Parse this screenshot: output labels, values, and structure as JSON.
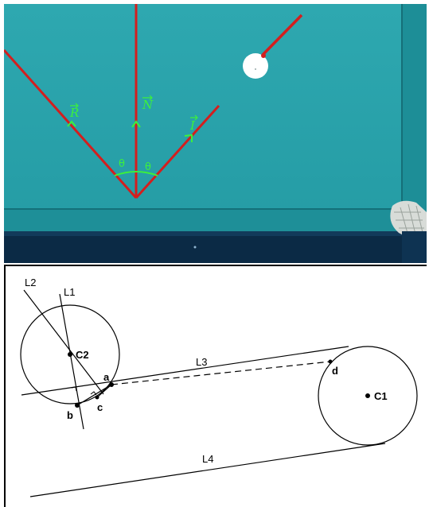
{
  "photo": {
    "vector_labels": {
      "reflected": "R",
      "normal": "N",
      "incident": "I"
    },
    "angle_label": "θ",
    "colors": {
      "table_felt": "#2aa0a8",
      "rail_dark": "#0b2a45",
      "ray_line": "#d41e1e",
      "annotation": "#3cf03c",
      "cue_ball": "#ffffff"
    }
  },
  "diagram": {
    "line_labels": {
      "l1": "L1",
      "l2": "L2",
      "l3": "L3",
      "l4": "L4"
    },
    "ball_labels": {
      "c1": "C1",
      "c2": "C2"
    },
    "point_labels": {
      "a": "a",
      "b": "b",
      "c": "c",
      "d": "d"
    }
  }
}
